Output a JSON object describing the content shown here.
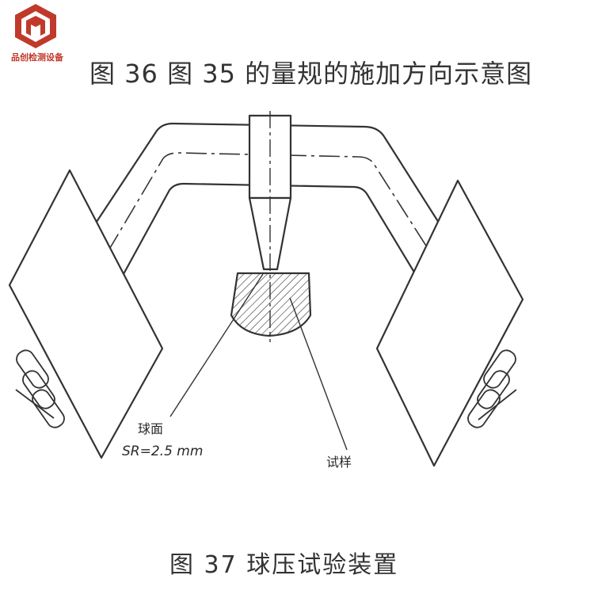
{
  "brand": {
    "name": "品创检测设备",
    "logo_icon": "cube-logo-icon",
    "accent_color": "#c0392b"
  },
  "captions": {
    "top": "图 36   图 35 的量规的施加方向示意图",
    "bottom": "图 37   球压试验装置"
  },
  "labels": {
    "ball_surface": "球面",
    "sphere_radius": "SR=2.5 mm",
    "specimen": "试样"
  }
}
